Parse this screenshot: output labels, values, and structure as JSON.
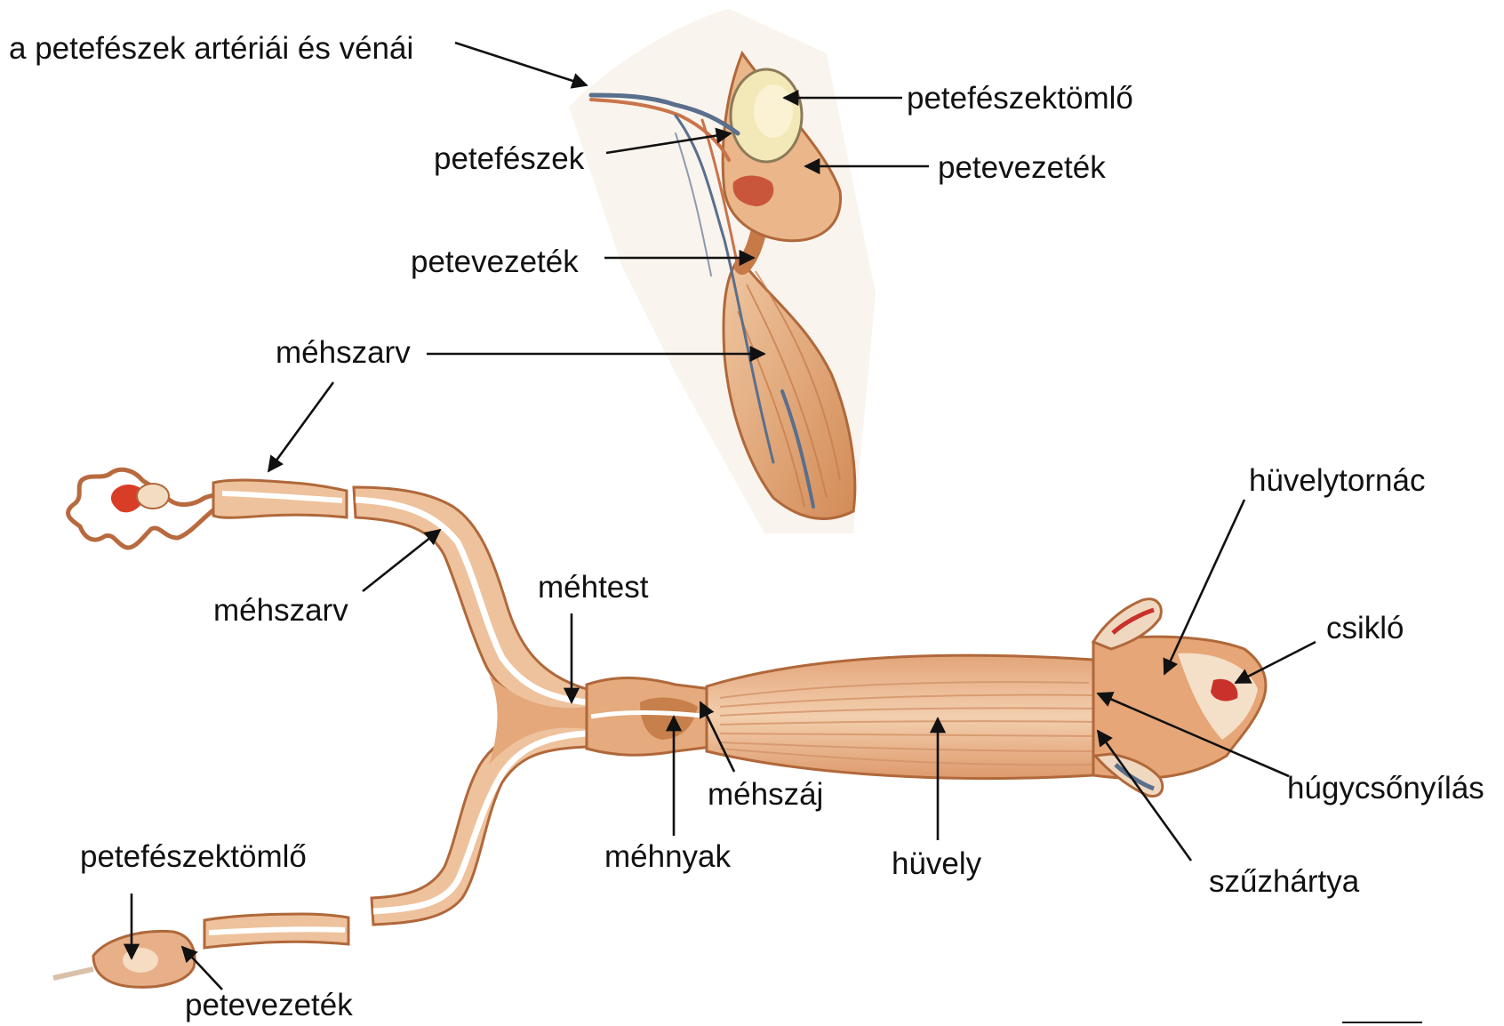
{
  "diagram": {
    "colors": {
      "tissue": "#edc09a",
      "tissue_light": "#f6dcc2",
      "tissue_dark": "#c7804b",
      "outline": "#b0683a",
      "lumen": "#ffffff",
      "vessel_red": "#c9322b",
      "vessel_blue": "#5a6f8c",
      "ovary_yellow": "#f3e8b8",
      "label_text": "#111111"
    },
    "labels": {
      "ovary_vessels": "a petefészek artériái és vénái",
      "ovarian_bursa_top": "petefészektömlő",
      "ovary": "petefészek",
      "oviduct_top_right": "petevezeték",
      "oviduct_top_left": "petevezeték",
      "uterine_horn_top": "méhszarv",
      "uterine_horn_mid": "méhszarv",
      "uterine_body": "méhtest",
      "cervix_opening": "méhszáj",
      "cervix": "méhnyak",
      "vagina": "hüvely",
      "vestibule": "hüvelytornác",
      "clitoris": "csikló",
      "urethral_opening": "húgycsőnyílás",
      "hymen": "szűzhártya",
      "ovarian_bursa_bottom": "petefészektömlő",
      "oviduct_bottom": "petevezeték"
    }
  }
}
